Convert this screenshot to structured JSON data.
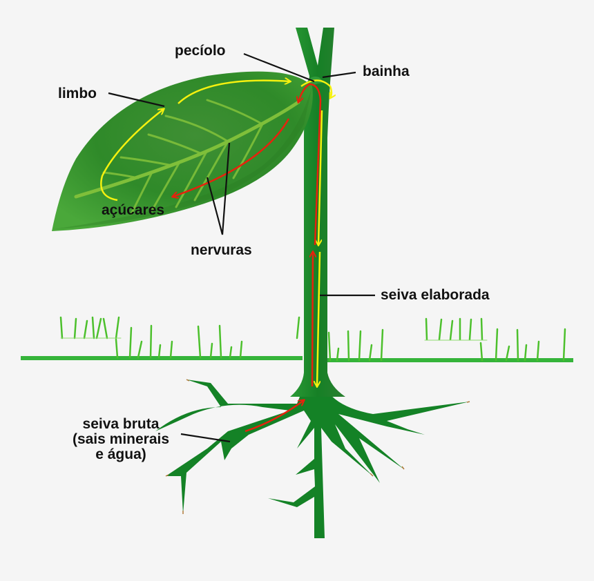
{
  "diagram": {
    "subject": "Transporte de seiva na planta",
    "labels": {
      "peciolo": "pecíolo",
      "bainha": "bainha",
      "limbo": "limbo",
      "acucares": "açúcares",
      "nervuras": "nervuras",
      "seiva_elaborada": "seiva elaborada",
      "seiva_bruta": {
        "line1": "seiva bruta",
        "line2": "(sais minerais",
        "line3": "e água)"
      }
    },
    "parts": [
      "leaf",
      "stem",
      "roots",
      "soil-line",
      "grass"
    ],
    "flows": [
      {
        "name": "seiva bruta",
        "color": "#e8210d",
        "direction": "roots to leaf (upward)"
      },
      {
        "name": "seiva elaborada",
        "color": "#f5f10f",
        "direction": "leaf to roots (downward)"
      }
    ],
    "colors": {
      "background": "#f5f5f5",
      "leaf": "#3b9a2f",
      "leaf_dark": "#2a7a22",
      "vein": "#7fbf3a",
      "stem": "#1e8a2e",
      "root": "#148226",
      "soil_line": "#35b43a",
      "grass": "#4cc02c",
      "red_arrow": "#e8210d",
      "yellow_arrow": "#f5f10f",
      "label_text": "#111111"
    }
  }
}
